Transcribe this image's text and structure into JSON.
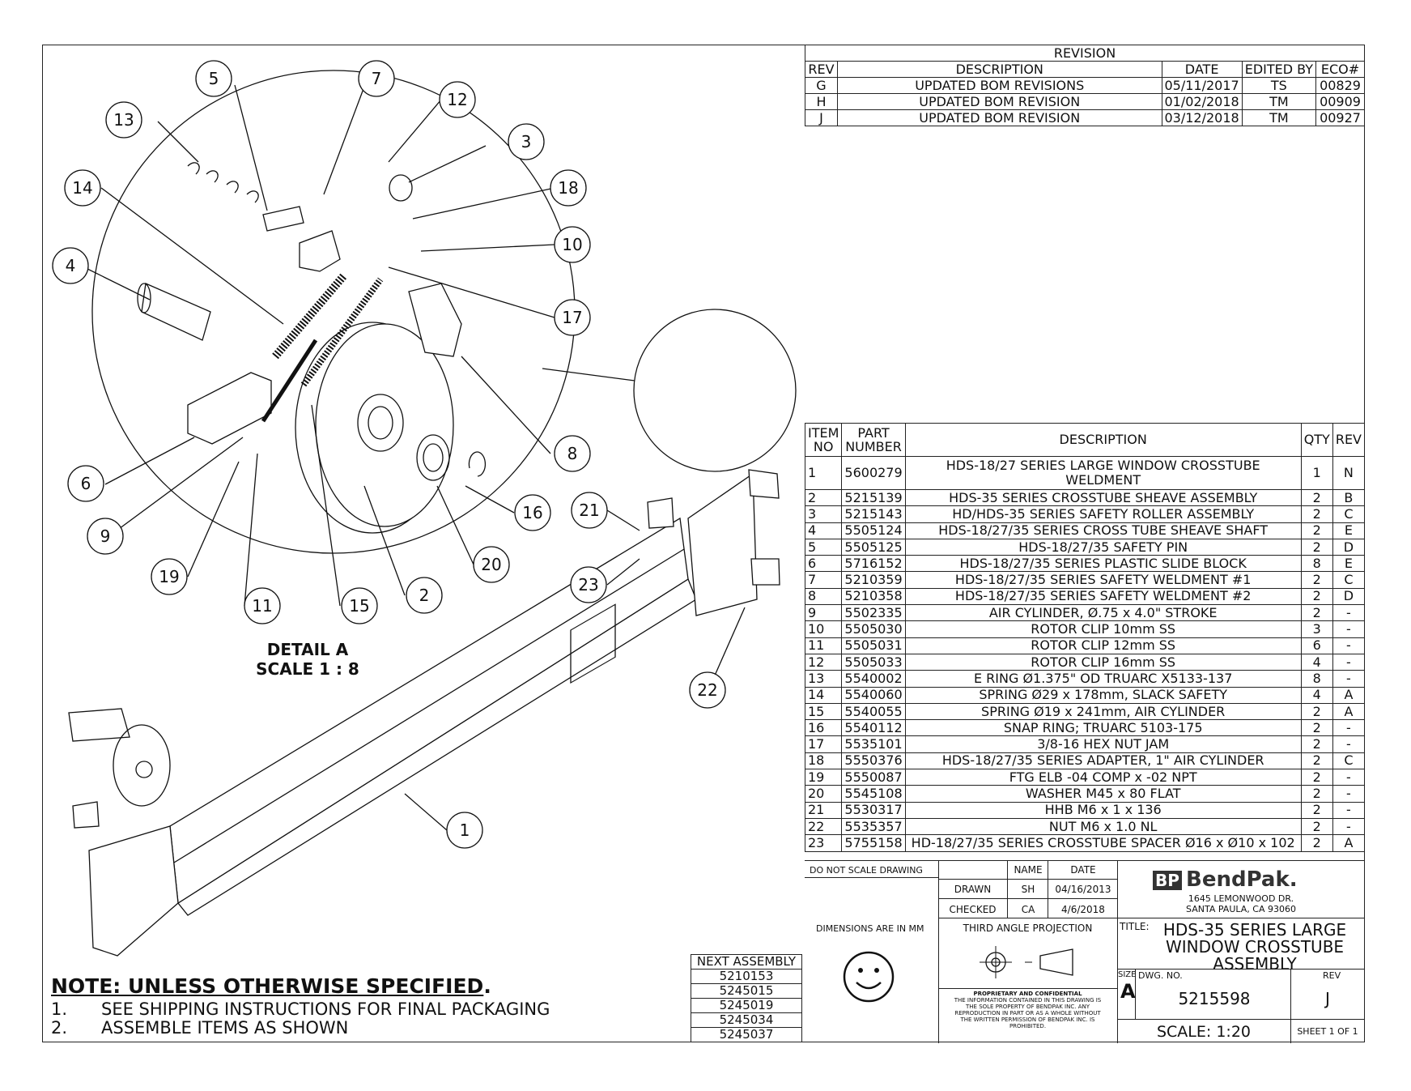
{
  "revision": {
    "title": "REVISION",
    "headers": [
      "REV",
      "DESCRIPTION",
      "DATE",
      "EDITED BY",
      "ECO#"
    ],
    "rows": [
      [
        "G",
        "UPDATED BOM REVISIONS",
        "05/11/2017",
        "TS",
        "00829"
      ],
      [
        "H",
        "UPDATED BOM REVISION",
        "01/02/2018",
        "TM",
        "00909"
      ],
      [
        "J",
        "UPDATED BOM REVISION",
        "03/12/2018",
        "TM",
        "00927"
      ]
    ]
  },
  "bom": {
    "headers": [
      "ITEM NO",
      "PART NUMBER",
      "DESCRIPTION",
      "QTY",
      "REV"
    ],
    "rows": [
      [
        "1",
        "5600279",
        "HDS-18/27 SERIES LARGE WINDOW CROSSTUBE WELDMENT",
        "1",
        "N"
      ],
      [
        "2",
        "5215139",
        "HDS-35 SERIES CROSSTUBE SHEAVE ASSEMBLY",
        "2",
        "B"
      ],
      [
        "3",
        "5215143",
        "HD/HDS-35 SERIES SAFETY ROLLER ASSEMBLY",
        "2",
        "C"
      ],
      [
        "4",
        "5505124",
        "HDS-18/27/35 SERIES CROSS TUBE SHEAVE SHAFT",
        "2",
        "E"
      ],
      [
        "5",
        "5505125",
        "HDS-18/27/35 SAFETY PIN",
        "2",
        "D"
      ],
      [
        "6",
        "5716152",
        "HDS-18/27/35 SERIES PLASTIC SLIDE BLOCK",
        "8",
        "E"
      ],
      [
        "7",
        "5210359",
        "HDS-18/27/35 SERIES SAFETY WELDMENT #1",
        "2",
        "C"
      ],
      [
        "8",
        "5210358",
        "HDS-18/27/35 SERIES SAFETY WELDMENT #2",
        "2",
        "D"
      ],
      [
        "9",
        "5502335",
        "AIR CYLINDER, Ø.75 x 4.0\" STROKE",
        "2",
        "-"
      ],
      [
        "10",
        "5505030",
        "ROTOR CLIP 10mm SS",
        "3",
        "-"
      ],
      [
        "11",
        "5505031",
        "ROTOR CLIP 12mm SS",
        "6",
        "-"
      ],
      [
        "12",
        "5505033",
        "ROTOR CLIP 16mm SS",
        "4",
        "-"
      ],
      [
        "13",
        "5540002",
        "E RING Ø1.375\" OD TRUARC X5133-137",
        "8",
        "-"
      ],
      [
        "14",
        "5540060",
        "SPRING Ø29 x 178mm, SLACK SAFETY",
        "4",
        "A"
      ],
      [
        "15",
        "5540055",
        "SPRING Ø19 x 241mm, AIR CYLINDER",
        "2",
        "A"
      ],
      [
        "16",
        "5540112",
        "SNAP RING; TRUARC 5103-175",
        "2",
        "-"
      ],
      [
        "17",
        "5535101",
        "3/8-16 HEX NUT JAM",
        "2",
        "-"
      ],
      [
        "18",
        "5550376",
        "HDS-18/27/35 SERIES ADAPTER, 1\" AIR CYLINDER",
        "2",
        "C"
      ],
      [
        "19",
        "5550087",
        "FTG ELB -04 COMP x -02 NPT",
        "2",
        "-"
      ],
      [
        "20",
        "5545108",
        "WASHER M45 x 80 FLAT",
        "2",
        "-"
      ],
      [
        "21",
        "5530317",
        "HHB M6 x 1 x 136",
        "2",
        "-"
      ],
      [
        "22",
        "5535357",
        "NUT M6 x 1.0 NL",
        "2",
        "-"
      ],
      [
        "23",
        "5755158",
        "HD-18/27/35 SERIES CROSSTUBE SPACER  Ø16 x Ø10 x 102",
        "2",
        "A"
      ]
    ]
  },
  "title_block": {
    "do_not_scale": "DO NOT SCALE DRAWING",
    "name_header": "NAME",
    "date_header": "DATE",
    "drawn_label": "DRAWN",
    "drawn_name": "SH",
    "drawn_date": "04/16/2013",
    "checked_label": "CHECKED",
    "checked_name": "CA",
    "checked_date": "4/6/2018",
    "dimensions": "DIMENSIONS ARE IN MM",
    "projection": "THIRD ANGLE PROJECTION",
    "logo_text": "BendPak.",
    "logo_mark": "BP",
    "address1": "1645 LEMONWOOD DR.",
    "address2": "SANTA PAULA, CA 93060",
    "title_label": "TITLE:",
    "title1": "HDS-35 SERIES LARGE",
    "title2": "WINDOW CROSSTUBE",
    "title3": "ASSEMBLY",
    "size_label": "SIZE",
    "size": "A",
    "dwg_label": "DWG.  NO.",
    "dwg_no": "5215598",
    "rev_label": "REV",
    "rev": "J",
    "scale": "SCALE: 1:20",
    "sheet": "SHEET 1 OF 1",
    "proprietary_title": "PROPRIETARY AND CONFIDENTIAL",
    "proprietary_1": "THE INFORMATION CONTAINED IN THIS DRAWING IS",
    "proprietary_2": "THE SOLE PROPERTY OF BENDPAK INC. ANY",
    "proprietary_3": "REPRODUCTION IN PART OR AS A WHOLE WITHOUT",
    "proprietary_4": "THE WRITTEN PERMISSION OF BENDPAK INC. IS",
    "proprietary_5": "PROHIBITED."
  },
  "next_assembly": {
    "header": "NEXT ASSEMBLY",
    "items": [
      "5210153",
      "5245015",
      "5245019",
      "5245034",
      "5245037"
    ]
  },
  "notes": {
    "title": "NOTE: UNLESS OTHERWISE SPECIFIED",
    "title_suffix": ".",
    "lines": [
      {
        "num": "1.",
        "text": "SEE SHIPPING INSTRUCTIONS FOR FINAL PACKAGING"
      },
      {
        "num": "2.",
        "text": "ASSEMBLE ITEMS AS SHOWN"
      }
    ]
  },
  "detail": {
    "label": "DETAIL A",
    "scale": "SCALE 1 : 8"
  },
  "balloons": [
    "1",
    "2",
    "3",
    "4",
    "5",
    "6",
    "7",
    "8",
    "9",
    "10",
    "11",
    "12",
    "13",
    "14",
    "15",
    "16",
    "17",
    "18",
    "19",
    "20",
    "21",
    "22",
    "23"
  ]
}
